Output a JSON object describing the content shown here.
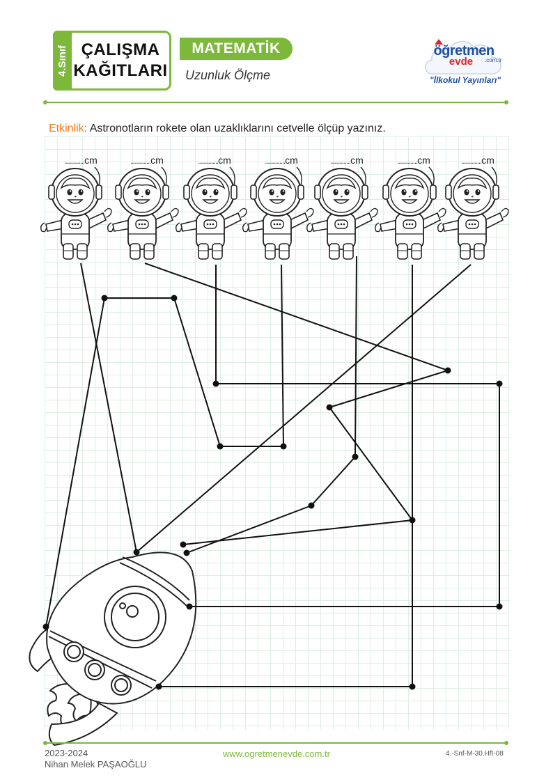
{
  "header": {
    "grade": "4.Sınıf",
    "title_line1": "ÇALIŞMA",
    "title_line2": "KAĞITLARI",
    "subject": "MATEMATİK",
    "topic": "Uzunluk Ölçme",
    "logo_top": "öğretmen",
    "logo_bottom": "evde",
    "logo_domain": ".com.tr",
    "logo_tagline": "\"İlkokul Yayınları\""
  },
  "activity": {
    "label": "Etkinlik:",
    "instruction": "Astronotların rokete olan uzaklıklarını cetvelle ölçüp yazınız."
  },
  "answers": [
    {
      "blank": "..............",
      "unit": "cm"
    },
    {
      "blank": "..............",
      "unit": "cm"
    },
    {
      "blank": "..............",
      "unit": "cm"
    },
    {
      "blank": "..............",
      "unit": "cm"
    },
    {
      "blank": "..............",
      "unit": "cm"
    },
    {
      "blank": "..............",
      "unit": "cm"
    },
    {
      "blank": "..............",
      "unit": "cm"
    }
  ],
  "footer": {
    "year": "2023-2024",
    "author": "Nihan Melek PAŞAOĞLU",
    "website": "www.ogretmenevde.com.tr",
    "code": "4.-Snf-M-30.Hft-08"
  },
  "colors": {
    "accent": "#7cb83a",
    "label": "#f07c1a",
    "logo_blue": "#1d4ea0",
    "logo_red": "#d9232e",
    "grid": "#dceee4"
  }
}
